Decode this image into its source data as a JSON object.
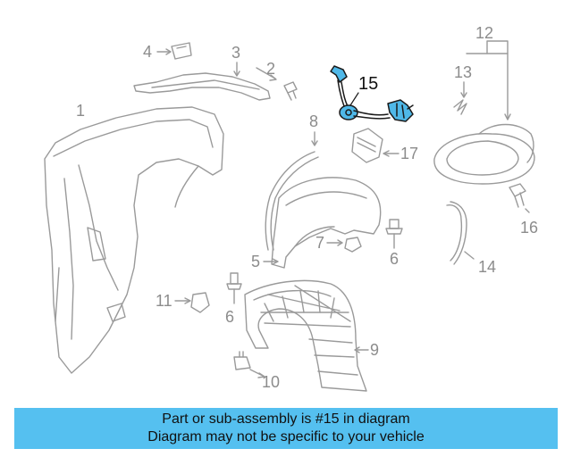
{
  "callouts": {
    "c1": "1",
    "c2": "2",
    "c3": "3",
    "c4": "4",
    "c5": "5",
    "c6a": "6",
    "c6b": "6",
    "c7": "7",
    "c8": "8",
    "c9": "9",
    "c10": "10",
    "c11": "11",
    "c12": "12",
    "c13": "13",
    "c14": "14",
    "c15": "15",
    "c16": "16",
    "c17": "17"
  },
  "highlight_part": "15",
  "banner": {
    "line1": "Part or sub-assembly is #15 in diagram",
    "line2": "Diagram may not be specific to your vehicle"
  },
  "colors": {
    "line": "#9a9a9a",
    "highlight_stroke": "#1a1a1a",
    "highlight_fill": "#4fb8e8",
    "banner_bg": "#55c0f0"
  }
}
